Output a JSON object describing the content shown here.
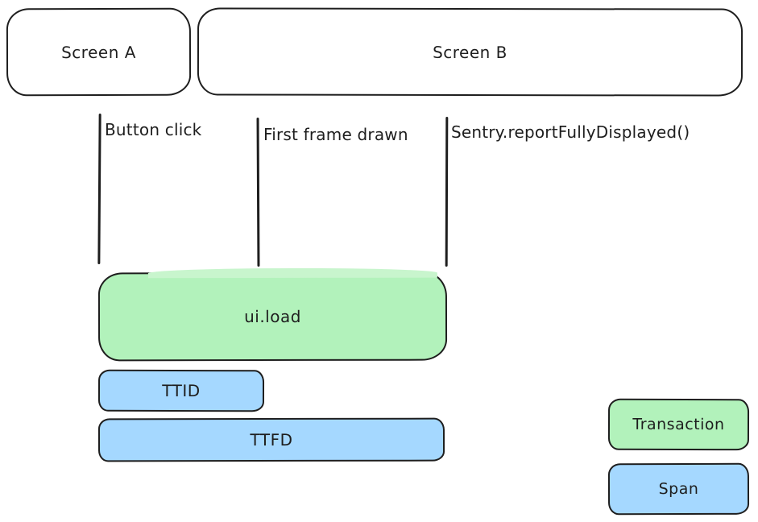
{
  "colors": {
    "stroke": "#1e1e1e",
    "transaction_fill": "#b2f2bb",
    "transaction_fill_soft": "#c8f5cd",
    "span_fill": "#a5d8ff",
    "background": "#ffffff"
  },
  "screens": {
    "screen_a": {
      "label": "Screen A"
    },
    "screen_b": {
      "label": "Screen B"
    }
  },
  "markers": [
    {
      "label": "Button click"
    },
    {
      "label": "First frame drawn"
    },
    {
      "label": "Sentry.reportFullyDisplayed()"
    }
  ],
  "spans": {
    "transaction": {
      "label": "ui.load",
      "kind": "transaction"
    },
    "ttid": {
      "label": "TTID",
      "kind": "span"
    },
    "ttfd": {
      "label": "TTFD",
      "kind": "span"
    }
  },
  "legend": {
    "transaction": {
      "label": "Transaction"
    },
    "span": {
      "label": "Span"
    }
  }
}
